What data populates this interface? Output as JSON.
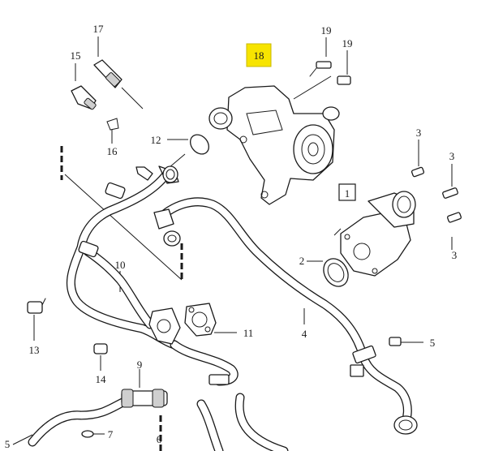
{
  "highlight_color": "#f7e400",
  "callouts": {
    "c1": "1",
    "c2": "2",
    "c3a": "3",
    "c3b": "3",
    "c3c": "3",
    "c4": "4",
    "c5a": "5",
    "c5b": "5",
    "c6": "6",
    "c7": "7",
    "c9": "9",
    "c10": "10",
    "c11": "11",
    "c12": "12",
    "c13": "13",
    "c14": "14",
    "c15": "15",
    "c16": "16",
    "c17": "17",
    "c18": "18",
    "c19a": "19",
    "c19b": "19"
  }
}
